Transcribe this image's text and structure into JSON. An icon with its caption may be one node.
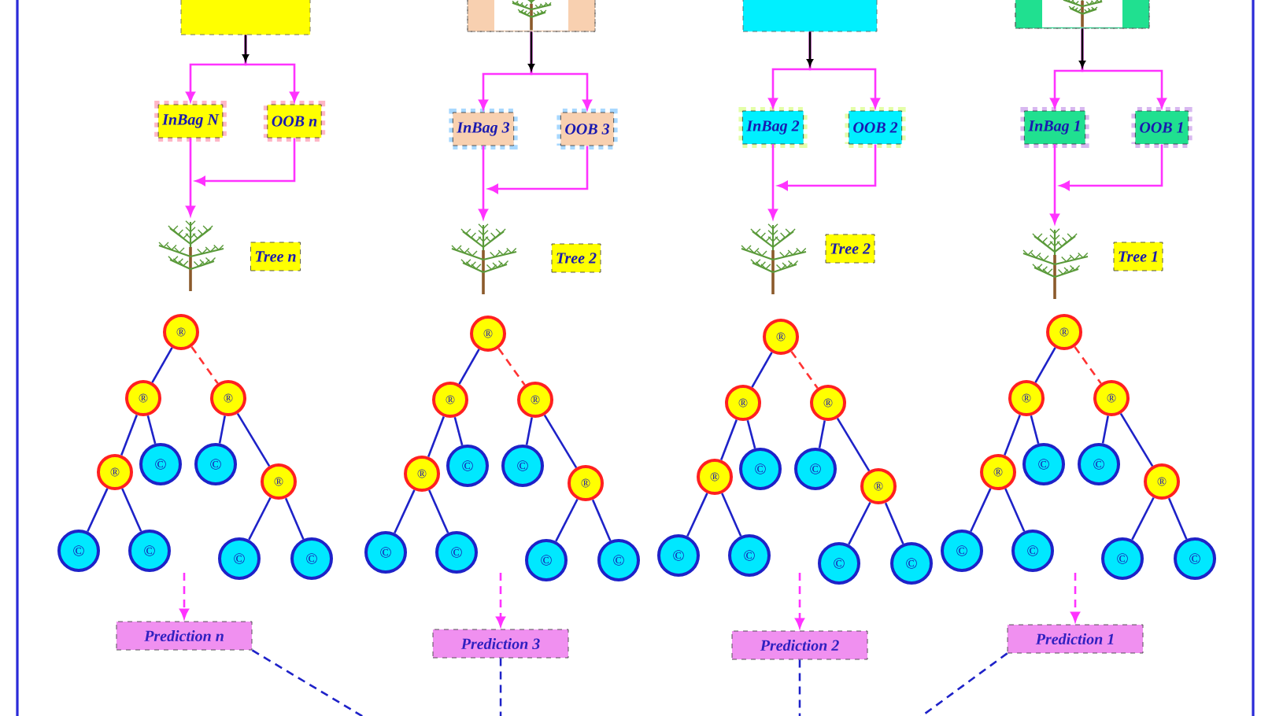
{
  "diagram": {
    "nodes": [
      {
        "text": [],
        "shape": "box"
      },
      {
        "text": [
          "InBag N"
        ]
      },
      {
        "text": [
          "OOB n"
        ]
      },
      {
        "text": [],
        "shape": "picture"
      },
      {
        "text": [
          "Tree n"
        ]
      },
      {
        "text": [
          "®"
        ]
      },
      {
        "text": [
          "®"
        ]
      },
      {
        "text": [
          "®"
        ]
      },
      {
        "text": [
          "®"
        ]
      },
      {
        "text": [
          "©"
        ]
      },
      {
        "text": [
          "©"
        ]
      },
      {
        "text": [
          "®"
        ]
      },
      {
        "text": [
          "©"
        ]
      },
      {
        "text": [
          "©"
        ]
      },
      {
        "text": [
          "©"
        ]
      },
      {
        "text": [
          "©"
        ]
      },
      {
        "text": [
          "Prediction n"
        ]
      },
      {
        "text": [],
        "shape": "box"
      },
      {
        "text": [
          "InBag 3"
        ]
      },
      {
        "text": [
          "OOB 3"
        ]
      },
      {
        "text": [],
        "shape": "picture"
      },
      {
        "text": [
          "Tree 2"
        ]
      },
      {
        "text": [
          "®"
        ]
      },
      {
        "text": [
          "®"
        ]
      },
      {
        "text": [
          "®"
        ]
      },
      {
        "text": [
          "®"
        ]
      },
      {
        "text": [
          "©"
        ]
      },
      {
        "text": [
          "©"
        ]
      },
      {
        "text": [
          "®"
        ]
      },
      {
        "text": [
          "©"
        ]
      },
      {
        "text": [
          "©"
        ]
      },
      {
        "text": [
          "©"
        ]
      },
      {
        "text": [
          "©"
        ]
      },
      {
        "text": [
          "Prediction 3"
        ]
      },
      {
        "text": [],
        "shape": "box"
      },
      {
        "text": [
          "InBag 2"
        ]
      },
      {
        "text": [
          "OOB 2"
        ]
      },
      {
        "text": [],
        "shape": "picture"
      },
      {
        "text": [
          "Tree 2"
        ]
      },
      {
        "text": [
          "®"
        ]
      },
      {
        "text": [
          "®"
        ]
      },
      {
        "text": [
          "®"
        ]
      },
      {
        "text": [
          "®"
        ]
      },
      {
        "text": [
          "©"
        ]
      },
      {
        "text": [
          "©"
        ]
      },
      {
        "text": [
          "®"
        ]
      },
      {
        "text": [
          "©"
        ]
      },
      {
        "text": [
          "©"
        ]
      },
      {
        "text": [
          "©"
        ]
      },
      {
        "text": [
          "©"
        ]
      },
      {
        "text": [
          "Prediction 2"
        ]
      },
      {
        "text": [],
        "shape": "box"
      },
      {
        "text": [
          "InBag 1"
        ]
      },
      {
        "text": [
          "OOB 1"
        ]
      },
      {
        "text": [],
        "shape": "picture"
      },
      {
        "text": [
          "Tree 1"
        ]
      },
      {
        "text": [
          "®"
        ]
      },
      {
        "text": [
          "®"
        ]
      },
      {
        "text": [
          "®"
        ]
      },
      {
        "text": [
          "®"
        ]
      },
      {
        "text": [
          "©"
        ]
      },
      {
        "text": [
          "©"
        ]
      },
      {
        "text": [
          "®"
        ]
      },
      {
        "text": [
          "©"
        ]
      },
      {
        "text": [
          "©"
        ]
      },
      {
        "text": [
          "©"
        ]
      },
      {
        "text": [
          "©"
        ]
      },
      {
        "text": [
          "Prediction 1"
        ]
      }
    ],
    "edges": [
      {
        "from": 0,
        "to": 1,
        "arrow": "to",
        "color": "#ff33ff"
      },
      {
        "from": 0,
        "to": 2,
        "arrow": "to",
        "color": "#ff33ff"
      },
      {
        "from": 1,
        "to": 3,
        "arrow": "to",
        "color": "#ff33ff"
      },
      {
        "from": 2,
        "to": 3,
        "arrow": "to",
        "color": "#ff33ff"
      },
      {
        "from": 5,
        "to": 6,
        "arrow": "none"
      },
      {
        "from": 5,
        "to": 7,
        "arrow": "none",
        "style": "dashed",
        "color": "#ff3333"
      },
      {
        "from": 6,
        "to": 8,
        "arrow": "none"
      },
      {
        "from": 6,
        "to": 9,
        "arrow": "none"
      },
      {
        "from": 7,
        "to": 10,
        "arrow": "none"
      },
      {
        "from": 7,
        "to": 11,
        "arrow": "none"
      },
      {
        "from": 8,
        "to": 12,
        "arrow": "none"
      },
      {
        "from": 8,
        "to": 13,
        "arrow": "none"
      },
      {
        "from": 11,
        "to": 14,
        "arrow": "none"
      },
      {
        "from": 11,
        "to": 15,
        "arrow": "none"
      },
      {
        "from": null,
        "to": 16,
        "arrow": "to",
        "style": "dashed",
        "color": "#ff33ff"
      },
      {
        "from": 16,
        "to": null,
        "arrow": "none",
        "style": "dashed"
      },
      {
        "from": 17,
        "to": 18,
        "arrow": "to",
        "color": "#ff33ff"
      },
      {
        "from": 17,
        "to": 19,
        "arrow": "to",
        "color": "#ff33ff"
      },
      {
        "from": 18,
        "to": 20,
        "arrow": "to",
        "color": "#ff33ff"
      },
      {
        "from": 19,
        "to": 20,
        "arrow": "to",
        "color": "#ff33ff"
      },
      {
        "from": 22,
        "to": 23,
        "arrow": "none"
      },
      {
        "from": 22,
        "to": 24,
        "arrow": "none",
        "style": "dashed",
        "color": "#ff3333"
      },
      {
        "from": 23,
        "to": 25,
        "arrow": "none"
      },
      {
        "from": 23,
        "to": 26,
        "arrow": "none"
      },
      {
        "from": 24,
        "to": 27,
        "arrow": "none"
      },
      {
        "from": 24,
        "to": 28,
        "arrow": "none"
      },
      {
        "from": 25,
        "to": 29,
        "arrow": "none"
      },
      {
        "from": 25,
        "to": 30,
        "arrow": "none"
      },
      {
        "from": 28,
        "to": 31,
        "arrow": "none"
      },
      {
        "from": 28,
        "to": 32,
        "arrow": "none"
      },
      {
        "from": null,
        "to": 33,
        "arrow": "to",
        "style": "dashed",
        "color": "#ff33ff"
      },
      {
        "from": 33,
        "to": null,
        "arrow": "none",
        "style": "dashed"
      },
      {
        "from": 34,
        "to": 35,
        "arrow": "to",
        "color": "#ff33ff"
      },
      {
        "from": 34,
        "to": 36,
        "arrow": "to",
        "color": "#ff33ff"
      },
      {
        "from": 35,
        "to": 37,
        "arrow": "to",
        "color": "#ff33ff"
      },
      {
        "from": 36,
        "to": 37,
        "arrow": "to",
        "color": "#ff33ff"
      },
      {
        "from": 39,
        "to": 40,
        "arrow": "none"
      },
      {
        "from": 39,
        "to": 41,
        "arrow": "none",
        "style": "dashed",
        "color": "#ff3333"
      },
      {
        "from": 40,
        "to": 42,
        "arrow": "none"
      },
      {
        "from": 40,
        "to": 43,
        "arrow": "none"
      },
      {
        "from": 41,
        "to": 44,
        "arrow": "none"
      },
      {
        "from": 41,
        "to": 45,
        "arrow": "none"
      },
      {
        "from": 42,
        "to": 46,
        "arrow": "none"
      },
      {
        "from": 42,
        "to": 47,
        "arrow": "none"
      },
      {
        "from": 45,
        "to": 48,
        "arrow": "none"
      },
      {
        "from": 45,
        "to": 49,
        "arrow": "none"
      },
      {
        "from": null,
        "to": 50,
        "arrow": "to",
        "style": "dashed",
        "color": "#ff33ff"
      },
      {
        "from": 50,
        "to": null,
        "arrow": "none",
        "style": "dashed"
      },
      {
        "from": 51,
        "to": 52,
        "arrow": "to",
        "color": "#ff33ff"
      },
      {
        "from": 51,
        "to": 53,
        "arrow": "to",
        "color": "#ff33ff"
      },
      {
        "from": 52,
        "to": 54,
        "arrow": "to",
        "color": "#ff33ff"
      },
      {
        "from": 53,
        "to": 54,
        "arrow": "to",
        "color": "#ff33ff"
      },
      {
        "from": 56,
        "to": 57,
        "arrow": "none"
      },
      {
        "from": 56,
        "to": 58,
        "arrow": "none",
        "style": "dashed",
        "color": "#ff3333"
      },
      {
        "from": 57,
        "to": 59,
        "arrow": "none"
      },
      {
        "from": 57,
        "to": 60,
        "arrow": "none"
      },
      {
        "from": 58,
        "to": 61,
        "arrow": "none"
      },
      {
        "from": 58,
        "to": 62,
        "arrow": "none"
      },
      {
        "from": 59,
        "to": 63,
        "arrow": "none"
      },
      {
        "from": 59,
        "to": 64,
        "arrow": "none"
      },
      {
        "from": 62,
        "to": 65,
        "arrow": "none"
      },
      {
        "from": 62,
        "to": 66,
        "arrow": "none"
      },
      {
        "from": null,
        "to": 67,
        "arrow": "to",
        "style": "dashed",
        "color": "#ff33ff"
      },
      {
        "from": 67,
        "to": null,
        "arrow": "none",
        "style": "dashed"
      }
    ]
  }
}
